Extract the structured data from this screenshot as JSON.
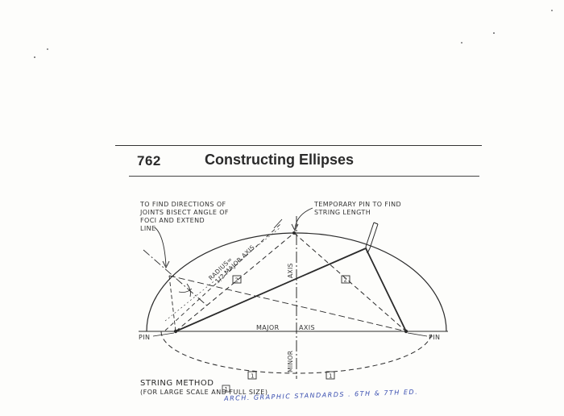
{
  "page": {
    "number": "762",
    "title": "Constructing Ellipses"
  },
  "labels": {
    "joints_note": [
      "TO FIND DIRECTIONS OF",
      "JOINTS BISECT ANGLE OF",
      "FOCI AND EXTEND",
      "LINE"
    ],
    "temp_pin_note": [
      "TEMPORARY PIN TO FIND",
      "STRING LENGTH"
    ],
    "radius_note": [
      "RADIUS=",
      "1/2 MAJOR AXIS"
    ],
    "minor_axis_upper": "AXIS",
    "minor_axis_lower": "MINOR",
    "major_axis_left": "MAJOR",
    "major_axis_right": "AXIS",
    "pin_left": "PIN",
    "pin_right": "PIN",
    "box_label_2a": "2",
    "box_label_2b": "2",
    "box_label_1a": "1",
    "box_label_1b": "1",
    "box_label_bottom": "1"
  },
  "caption": {
    "title": "STRING METHOD",
    "subtitle": "(FOR LARGE SCALE AND FULL SIZE)"
  },
  "handwritten_note": "ARCH. GRAPHIC STANDARDS .  6TH & 7TH ED.",
  "colors": {
    "ink": "#2a2a2a",
    "handwriting": "#3a4fb0",
    "paper": "#fdfdfb"
  }
}
